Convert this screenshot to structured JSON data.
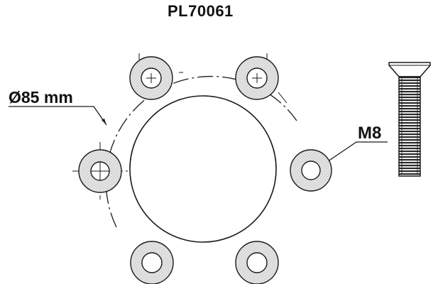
{
  "title": "PL70061",
  "labels": {
    "diameter": "Ø85 mm",
    "thread": "M8"
  },
  "colors": {
    "line": "#1a1a1a",
    "washer_fill": "#d8d8d8"
  },
  "icons": {
    "screw": "countersunk-screw-icon",
    "hole": "washer-hole-icon",
    "center_mark": "crosshair-icon"
  }
}
